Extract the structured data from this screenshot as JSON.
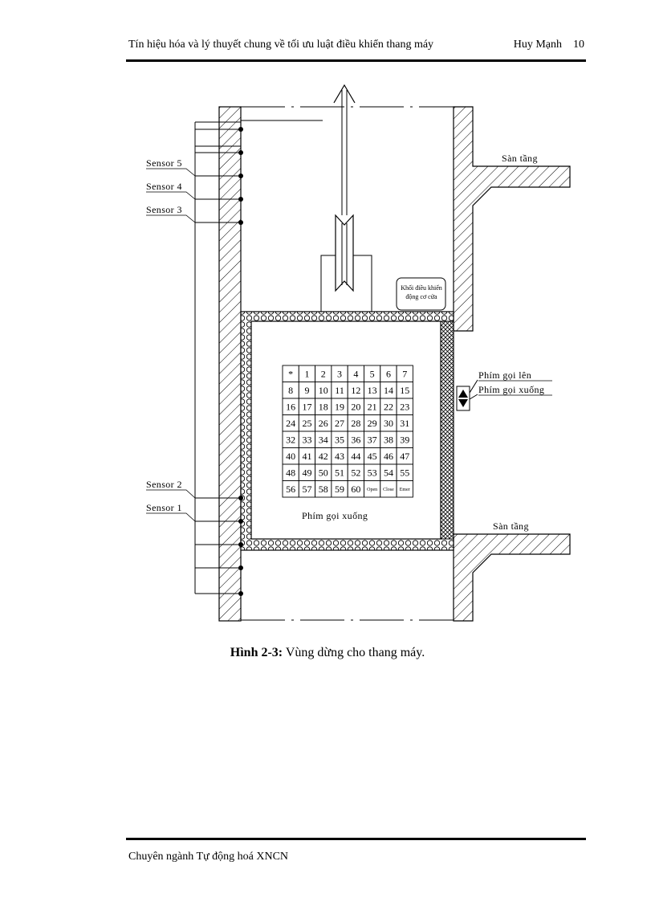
{
  "header": {
    "title": "Tín hiệu hóa và lý thuyết chung về tối ưu luật điều khiển thang máy",
    "author": "Huy Mạnh",
    "page_number": "10"
  },
  "diagram": {
    "sensors": [
      "Sensor 5",
      "Sensor 4",
      "Sensor 3",
      "Sensor 2",
      "Sensor 1"
    ],
    "floor_label_top": "Sàn tầng",
    "floor_label_bottom": "Sàn tầng",
    "controller_line1": "Khối điều khiển",
    "controller_line2": "động cơ cửa",
    "call_up_label": "Phím gọi lên",
    "call_down_label": "Phím gọi xuống",
    "cabin_keys_label": "Phím gọi xuống",
    "keypad": [
      [
        "*",
        "1",
        "2",
        "3",
        "4",
        "5",
        "6",
        "7"
      ],
      [
        "8",
        "9",
        "10",
        "11",
        "12",
        "13",
        "14",
        "15"
      ],
      [
        "16",
        "17",
        "18",
        "19",
        "20",
        "21",
        "22",
        "23"
      ],
      [
        "24",
        "25",
        "26",
        "27",
        "28",
        "29",
        "30",
        "31"
      ],
      [
        "32",
        "33",
        "34",
        "35",
        "36",
        "37",
        "38",
        "39"
      ],
      [
        "40",
        "41",
        "42",
        "43",
        "44",
        "45",
        "46",
        "47"
      ],
      [
        "48",
        "49",
        "50",
        "51",
        "52",
        "53",
        "54",
        "55"
      ],
      [
        "56",
        "57",
        "58",
        "59",
        "60",
        "Open",
        "Close",
        "Emer"
      ]
    ]
  },
  "caption": {
    "label": "Hình 2-3:",
    "text": " Vùng dừng cho thang máy."
  },
  "footer": {
    "text": "Chuyên ngành Tự động hoá XNCN"
  }
}
